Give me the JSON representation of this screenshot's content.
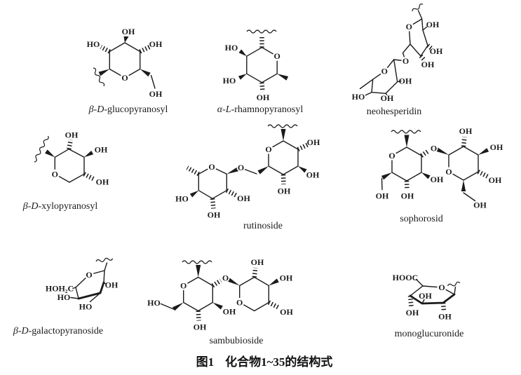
{
  "symbols": {
    "O": "O",
    "OH": "OH",
    "HO": "HO",
    "HOOC": "HOOC",
    "HOH2C": "HOH₂C"
  },
  "structures": {
    "glucopyranosyl": {
      "prefix": "β-D-",
      "name": "glucopyranosyl"
    },
    "rhamnopyranosyl": {
      "prefix": "α-L-",
      "name": "rhamnopyranosyl"
    },
    "neohesperidin": {
      "prefix": "",
      "name": "neohesperidin"
    },
    "xylopyranosyl": {
      "prefix": "β-D-",
      "name": "xylopyranosyl"
    },
    "rutinoside": {
      "prefix": "",
      "name": "rutinoside"
    },
    "sophorosid": {
      "prefix": "",
      "name": "sophorosid"
    },
    "galactopyranoside": {
      "prefix": "β-D-",
      "name": "galactopyranoside"
    },
    "sambubioside": {
      "prefix": "",
      "name": "sambubioside"
    },
    "monoglucuronide": {
      "prefix": "",
      "name": "monoglucuronide"
    }
  },
  "caption": {
    "figure_no": "图1",
    "text_before": "化合物",
    "compound_range": "1~35",
    "text_after": "的结构式"
  },
  "colors": {
    "ink": "#1b1b1b",
    "background": "#ffffff"
  }
}
